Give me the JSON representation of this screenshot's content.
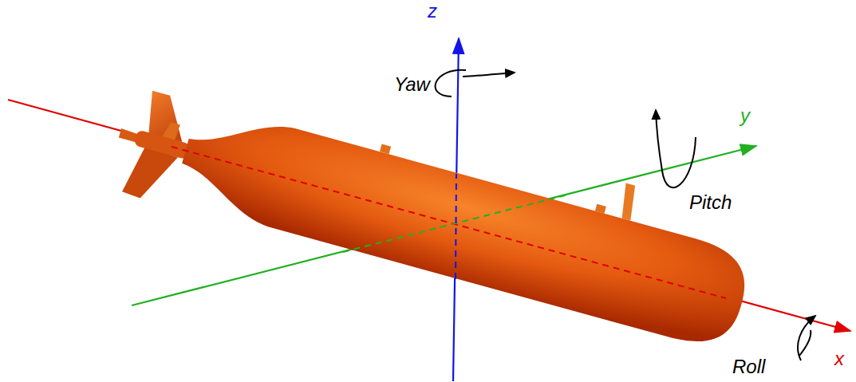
{
  "diagram": {
    "labels": [
      "z",
      "Yaw",
      "y",
      "Pitch",
      "Roll",
      "x"
    ]
  }
}
